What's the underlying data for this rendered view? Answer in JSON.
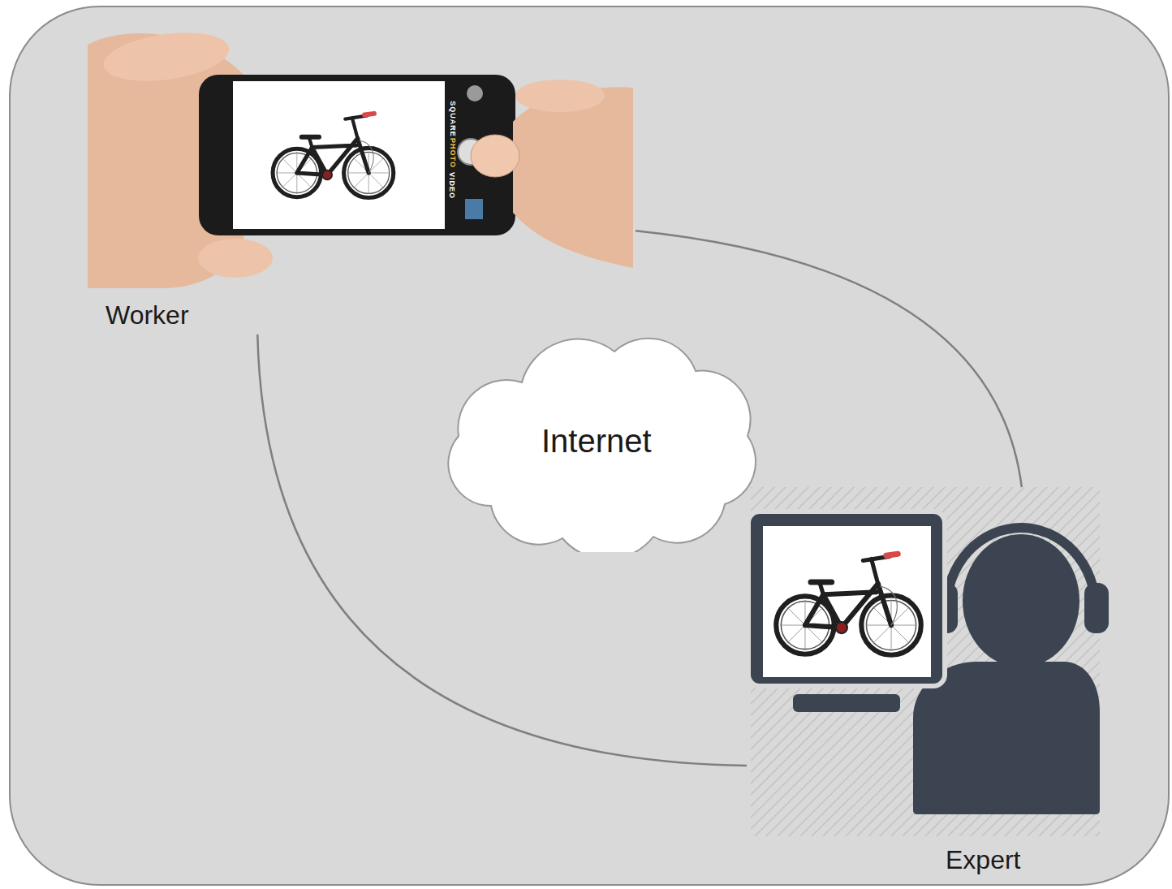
{
  "diagram": {
    "nodes": [
      {
        "text": [
          "Worker"
        ]
      },
      {
        "text": [
          "Internet"
        ]
      },
      {
        "text": [
          "Expert"
        ]
      }
    ],
    "edges": [
      {
        "from": 0,
        "to": 2,
        "arrow": "none"
      },
      {
        "from": 0,
        "to": 2,
        "arrow": "none"
      }
    ],
    "labels": [
      "SQUARE",
      "PHOTO",
      "VIDEO"
    ]
  }
}
